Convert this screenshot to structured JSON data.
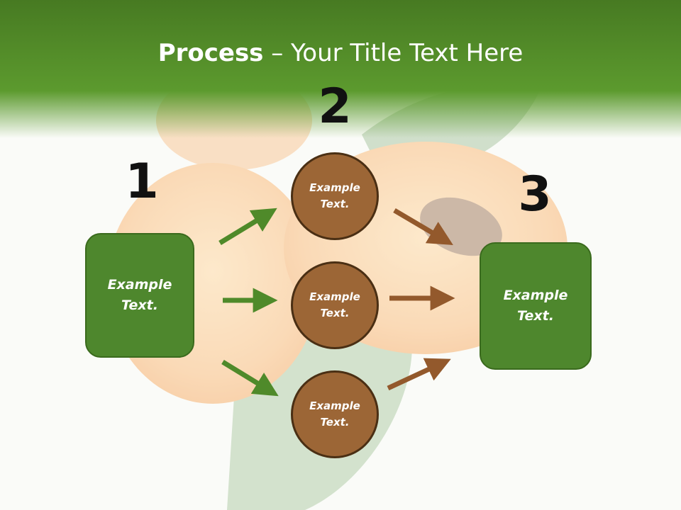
{
  "slide": {
    "title_bold": "Process",
    "title_rest": " – Your Title Text Here"
  },
  "steps": {
    "step1_number": "1",
    "step2_number": "2",
    "step3_number": "3"
  },
  "nodes": {
    "left_box": "Example Text.",
    "circle_top": "Example Text.",
    "circle_middle": "Example Text.",
    "circle_bottom": "Example Text.",
    "right_box": "Example Text."
  },
  "colors": {
    "green": "#4e872d",
    "brown": "#9c6636",
    "green_arrow": "#4f8a2a",
    "brown_arrow": "#93592c"
  }
}
